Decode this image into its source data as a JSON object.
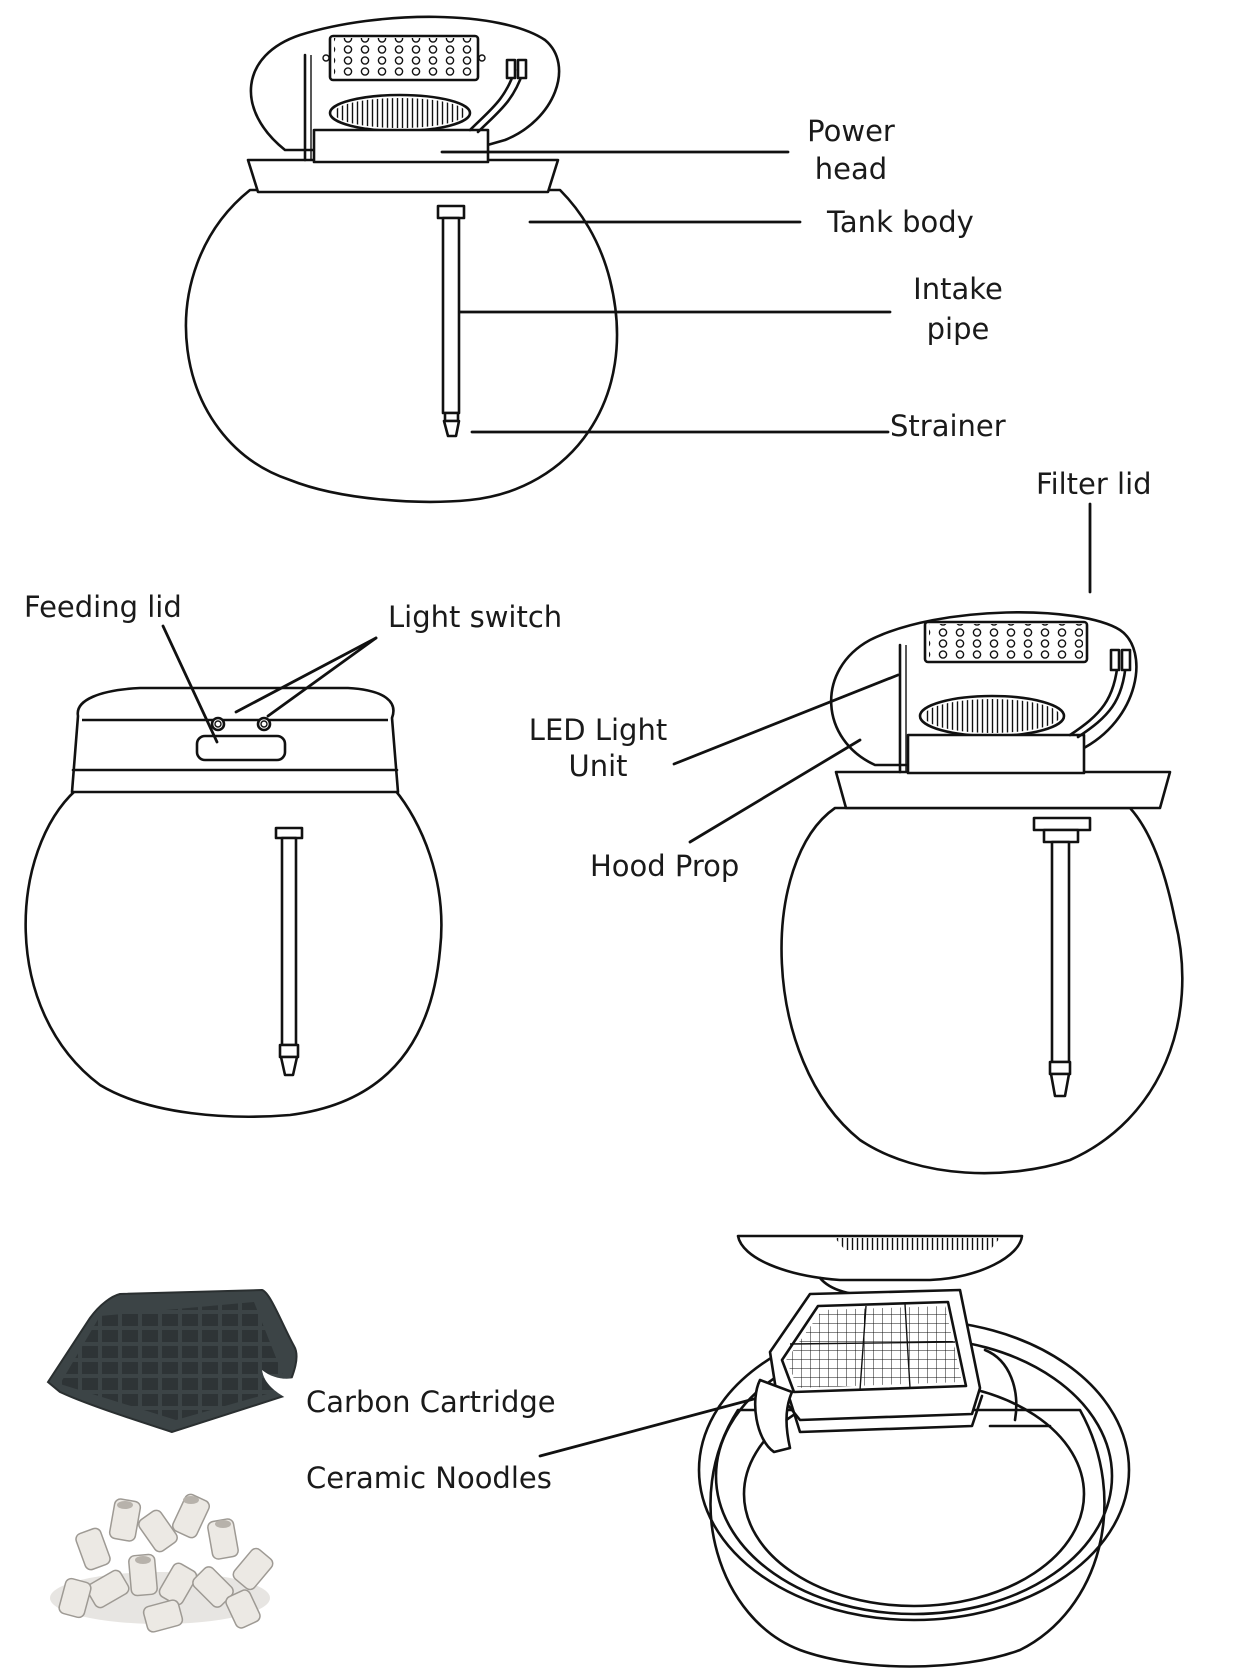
{
  "labels": {
    "power_head": [
      "Power",
      "head"
    ],
    "tank_body": "Tank body",
    "intake_pipe": [
      "Intake",
      "pipe"
    ],
    "strainer": "Strainer",
    "filter_lid": "Filter lid",
    "feeding_lid": "Feeding lid",
    "light_switch": "Light switch",
    "led_light_unit": [
      "LED Light",
      "Unit"
    ],
    "hood_prop": "Hood Prop",
    "carbon_cartridge": "Carbon Cartridge",
    "ceramic_noodles": "Ceramic Noodles"
  },
  "colors": {
    "line": "#111111",
    "text": "#1a1a1a",
    "carbon": "#3c4446",
    "ceramic": "#ece9e4"
  }
}
